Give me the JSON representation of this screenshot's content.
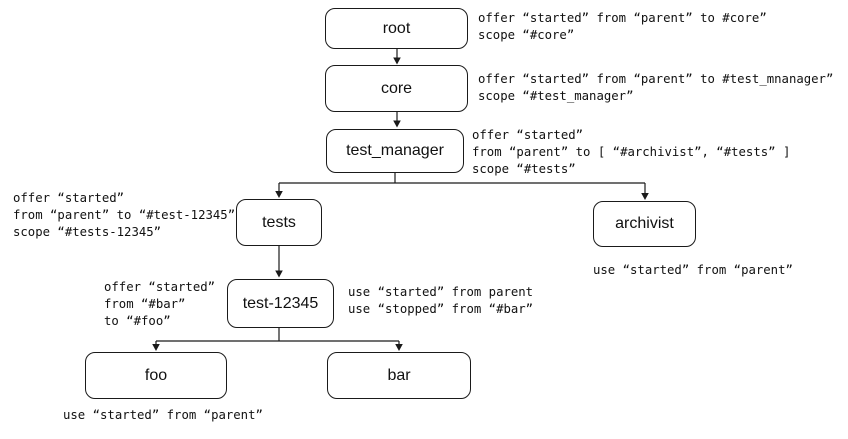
{
  "colors": {
    "background": "#ffffff",
    "stroke": "#1a1a1a",
    "text": "#111111"
  },
  "nodes": {
    "root": {
      "label": "root"
    },
    "core": {
      "label": "core"
    },
    "test_manager": {
      "label": "test_manager"
    },
    "tests": {
      "label": "tests"
    },
    "archivist": {
      "label": "archivist"
    },
    "test_12345": {
      "label": "test-12345"
    },
    "foo": {
      "label": "foo"
    },
    "bar": {
      "label": "bar"
    }
  },
  "edges": [
    {
      "from": "root",
      "to": [
        "core"
      ]
    },
    {
      "from": "core",
      "to": [
        "test_manager"
      ]
    },
    {
      "from": "test_manager",
      "to": [
        "tests",
        "archivist"
      ]
    },
    {
      "from": "tests",
      "to": [
        "test_12345"
      ]
    },
    {
      "from": "test_12345",
      "to": [
        "foo",
        "bar"
      ]
    }
  ],
  "annotations": {
    "root": "offer “started” from “parent” to #core”\nscope “#core”",
    "core": "offer “started” from “parent” to #test_mnanager”\nscope “#test_manager”",
    "test_manager": "offer “started”\nfrom “parent” to [ “#archivist”, “#tests” ]\nscope “#tests”",
    "tests": "offer “started”\nfrom “parent” to “#test-12345”\nscope “#tests-12345”",
    "archivist": "use “started” from “parent”",
    "test_12345_left": "offer “started”\nfrom “#bar”\nto “#foo”",
    "test_12345_right": "use “started” from parent\nuse “stopped” from “#bar”",
    "foo": "use “started” from “parent”"
  }
}
